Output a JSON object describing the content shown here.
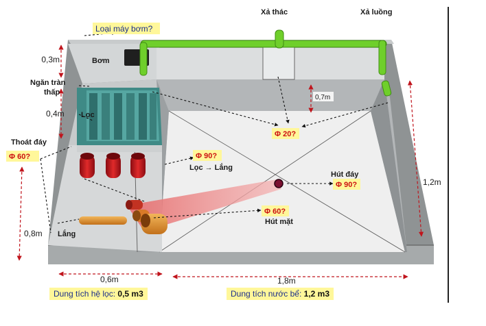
{
  "labels": {
    "loai_may_bom": "Loại máy bơm?",
    "xa_thac": "Xả thác",
    "xa_luong": "Xả luồng",
    "bom": "Bơm",
    "ngan_tran": "Ngăn tràn",
    "thap": "thấp",
    "loc": "Lọc",
    "thoat_day": "Thoát đáy",
    "lang": "Lắng",
    "loc_to_lang": "Lọc → Lắng",
    "hut_day": "Hút đáy",
    "hut_mat": "Hút mặt"
  },
  "pipe_sizes": {
    "phi60_left": "Φ 60?",
    "phi20": "Φ 20?",
    "phi90_filter": "Φ 90?",
    "phi90_bottom": "Φ 90?",
    "phi60_surface": "Φ 60?"
  },
  "dimensions": {
    "h_pump": "0,3m",
    "h_filter": "0,4m",
    "h_settle": "0,8m",
    "h_waterfall": "0,7m",
    "h_total": "1,2m",
    "w_filter": "0,6m",
    "w_pond": "1,8m"
  },
  "captions": {
    "filter_label": "Dung tích hệ lọc:",
    "filter_value": "0,5 m3",
    "pond_label": "Dung tích nước bể:",
    "pond_value": "1,2 m3"
  },
  "colors": {
    "pipe_green": "#6fcf2b",
    "pipe_red": "#c0141c",
    "pipe_orange": "#e0902a",
    "highlight": "#fff79a",
    "pond_floor": "#ececec",
    "wall": "#9ea2a4"
  }
}
